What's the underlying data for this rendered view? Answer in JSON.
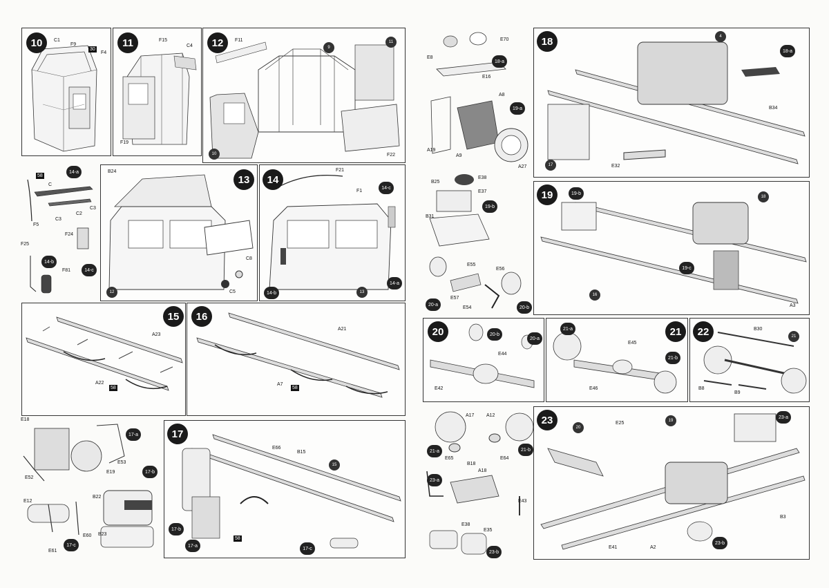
{
  "steps": {
    "s10": "10",
    "s11": "11",
    "s12": "12",
    "s13": "13",
    "s14": "14",
    "s15": "15",
    "s16": "16",
    "s17": "17",
    "s18": "18",
    "s19": "19",
    "s20": "20",
    "s21": "21",
    "s22": "22",
    "s23": "23"
  },
  "labels": {
    "p10": [
      "C1",
      "F9",
      "30",
      "F4"
    ],
    "p11": [
      "F15",
      "C4",
      "F19"
    ],
    "p12": [
      "F11",
      "9",
      "11",
      "10",
      "F22"
    ],
    "g14a": [
      "58",
      "C",
      "C3",
      "C2",
      "C3",
      "F5",
      "14-a"
    ],
    "g14bc": [
      "F25",
      "F24",
      "F81",
      "14-b",
      "14-c"
    ],
    "p13": [
      "B24",
      "C8",
      "C5",
      "12"
    ],
    "p14": [
      "F21",
      "F1",
      "14-c",
      "14-b",
      "13",
      "14-a"
    ],
    "p15": [
      "A23",
      "A22",
      "58"
    ],
    "p16": [
      "A21",
      "A7",
      "58"
    ],
    "g17a": [
      "E18",
      "17-a",
      "E53",
      "E52",
      "E19"
    ],
    "g17bc": [
      "17-b",
      "B22",
      "B23",
      "E12",
      "E60",
      "E61",
      "17-c"
    ],
    "p17": [
      "E66",
      "B15",
      "15",
      "17-b",
      "17-a",
      "58",
      "17-c"
    ],
    "g18a": [
      "E70",
      "E8",
      "18-a",
      "E16"
    ],
    "g19a": [
      "A8",
      "19-a",
      "A19",
      "A9",
      "A27"
    ],
    "g19b": [
      "E38",
      "B25",
      "E37",
      "19-b",
      "B31"
    ],
    "g20": [
      "E55",
      "E56",
      "E57",
      "E54",
      "20-a",
      "20-b"
    ],
    "p18": [
      "4",
      "18-a",
      "B34",
      "17",
      "E32"
    ],
    "p19": [
      "19-b",
      "18",
      "19-c",
      "16",
      "A3"
    ],
    "p20": [
      "20-b",
      "20-a",
      "E44",
      "E42"
    ],
    "p21": [
      "21-a",
      "E45",
      "21-b",
      "E46"
    ],
    "p22": [
      "B30",
      "21",
      "B8",
      "B9"
    ],
    "g21": [
      "A17",
      "A12",
      "21-a",
      "E65",
      "E64",
      "21-b"
    ],
    "g23": [
      "B18",
      "A18",
      "23-a",
      "E43",
      "E38",
      "E35",
      "23-b"
    ],
    "p23": [
      "20",
      "E25",
      "19",
      "23-a",
      "B3",
      "E41",
      "A2",
      "23-b"
    ]
  }
}
